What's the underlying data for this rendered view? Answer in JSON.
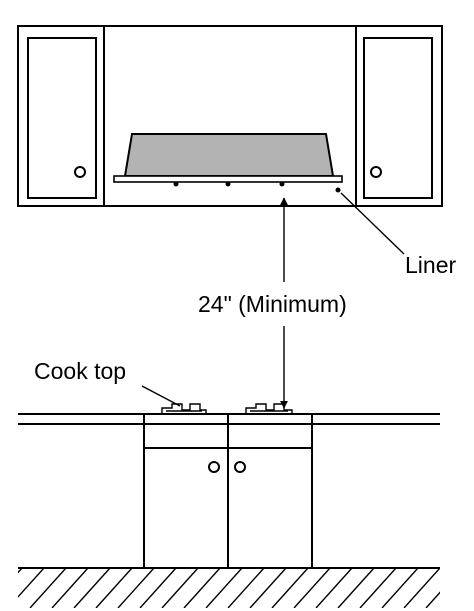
{
  "labels": {
    "liner": "Liner",
    "clearance": "24\" (Minimum)",
    "cooktop": "Cook top"
  },
  "colors": {
    "line": "#000000",
    "hood_fill": "#b3b3b3",
    "background": "#ffffff"
  }
}
